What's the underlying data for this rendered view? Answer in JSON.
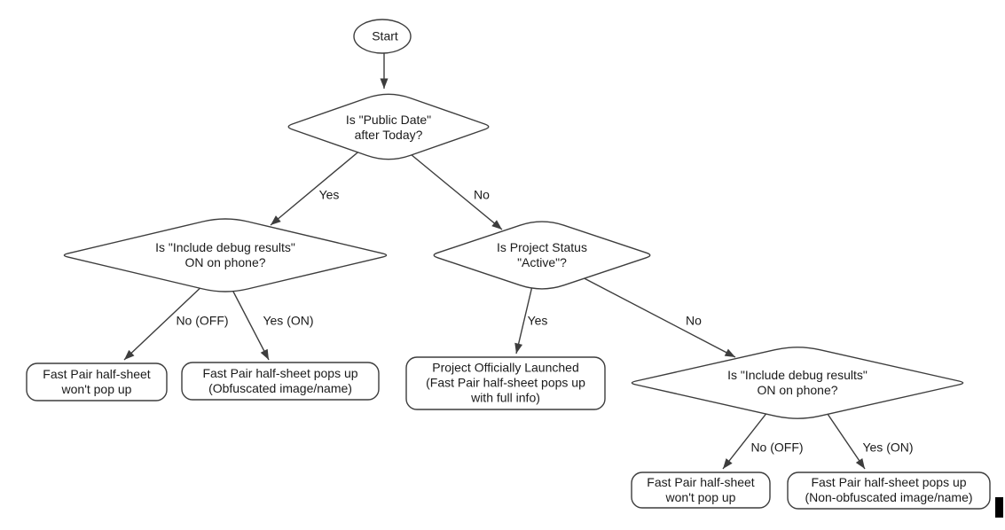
{
  "flowchart": {
    "background": "#ffffff",
    "stroke_color": "#3d3d3d",
    "text_color": "#1a1a1a",
    "cursor_color": "#000000",
    "nodes": [
      {
        "id": "start",
        "type": "terminator",
        "label": "Start"
      },
      {
        "id": "public-date",
        "type": "decision",
        "label": "Is \"Public Date\"\nafter Today?"
      },
      {
        "id": "debug-left",
        "type": "decision",
        "label": "Is \"Include debug results\"\nON on phone?"
      },
      {
        "id": "project-status",
        "type": "decision",
        "label": "Is Project Status\n\"Active\"?"
      },
      {
        "id": "debug-right",
        "type": "decision",
        "label": "Is \"Include debug results\"\nON on phone?"
      },
      {
        "id": "wont-pop-left",
        "type": "result",
        "label": "Fast Pair half-sheet\nwon't pop up"
      },
      {
        "id": "obfuscated",
        "type": "result",
        "label": "Fast Pair half-sheet pops up\n(Obfuscated image/name)"
      },
      {
        "id": "launched",
        "type": "result",
        "label": "Project Officially Launched\n(Fast Pair half-sheet pops up\nwith full info)"
      },
      {
        "id": "wont-pop-right",
        "type": "result",
        "label": "Fast Pair half-sheet\nwon't pop up"
      },
      {
        "id": "non-obfuscated",
        "type": "result",
        "label": "Fast Pair half-sheet pops up\n(Non-obfuscated image/name)"
      }
    ],
    "edge_labels": [
      {
        "id": "yes-public-date",
        "label": "Yes"
      },
      {
        "id": "no-public-date",
        "label": "No"
      },
      {
        "id": "no-off-left",
        "label": "No (OFF)"
      },
      {
        "id": "yes-on-left",
        "label": "Yes (ON)"
      },
      {
        "id": "yes-active",
        "label": "Yes"
      },
      {
        "id": "no-active",
        "label": "No"
      },
      {
        "id": "no-off-right",
        "label": "No (OFF)"
      },
      {
        "id": "yes-on-right",
        "label": "Yes (ON)"
      }
    ]
  }
}
